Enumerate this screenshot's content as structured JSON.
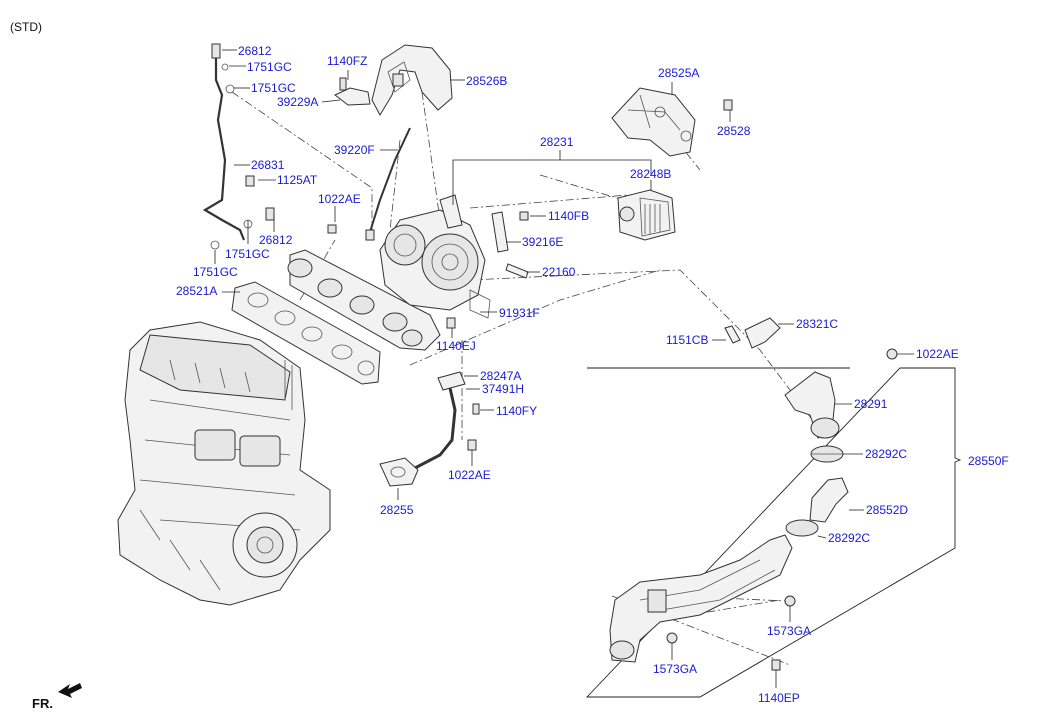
{
  "header": {
    "variant": "(STD)"
  },
  "footer": {
    "direction_label": "FR."
  },
  "colors": {
    "label": "#1a1ad6",
    "line": "#222222",
    "part_fill": "#f2f2f2"
  },
  "parts": {
    "p26812a": "26812",
    "p1751gc_a": "1751GC",
    "p1751gc_b": "1751GC",
    "p26831": "26831",
    "p1125at": "1125AT",
    "p26812b": "26812",
    "p1751gc_c": "1751GC",
    "p1751gc_d": "1751GC",
    "p28521a": "28521A",
    "p1140fz": "1140FZ",
    "p39229a": "39229A",
    "p28526b": "28526B",
    "p39220f": "39220F",
    "p1022ae_a": "1022AE",
    "p28231": "28231",
    "p28525a": "28525A",
    "p28528": "28528",
    "p28248b": "28248B",
    "p1140fb": "1140FB",
    "p39216e": "39216E",
    "p22160": "22160",
    "p91931f": "91931F",
    "p1140ej": "1140EJ",
    "p28247a": "28247A",
    "p37491h": "37491H",
    "p1140fy": "1140FY",
    "p1022ae_b": "1022AE",
    "p28255": "28255",
    "p1151cb": "1151CB",
    "p28321c": "28321C",
    "p1022ae_c": "1022AE",
    "p28291": "28291",
    "p28292c_a": "28292C",
    "p28550f": "28550F",
    "p28552d": "28552D",
    "p28292c_b": "28292C",
    "p1573ga_a": "1573GA",
    "p1573ga_b": "1573GA",
    "p1140ep": "1140EP"
  }
}
